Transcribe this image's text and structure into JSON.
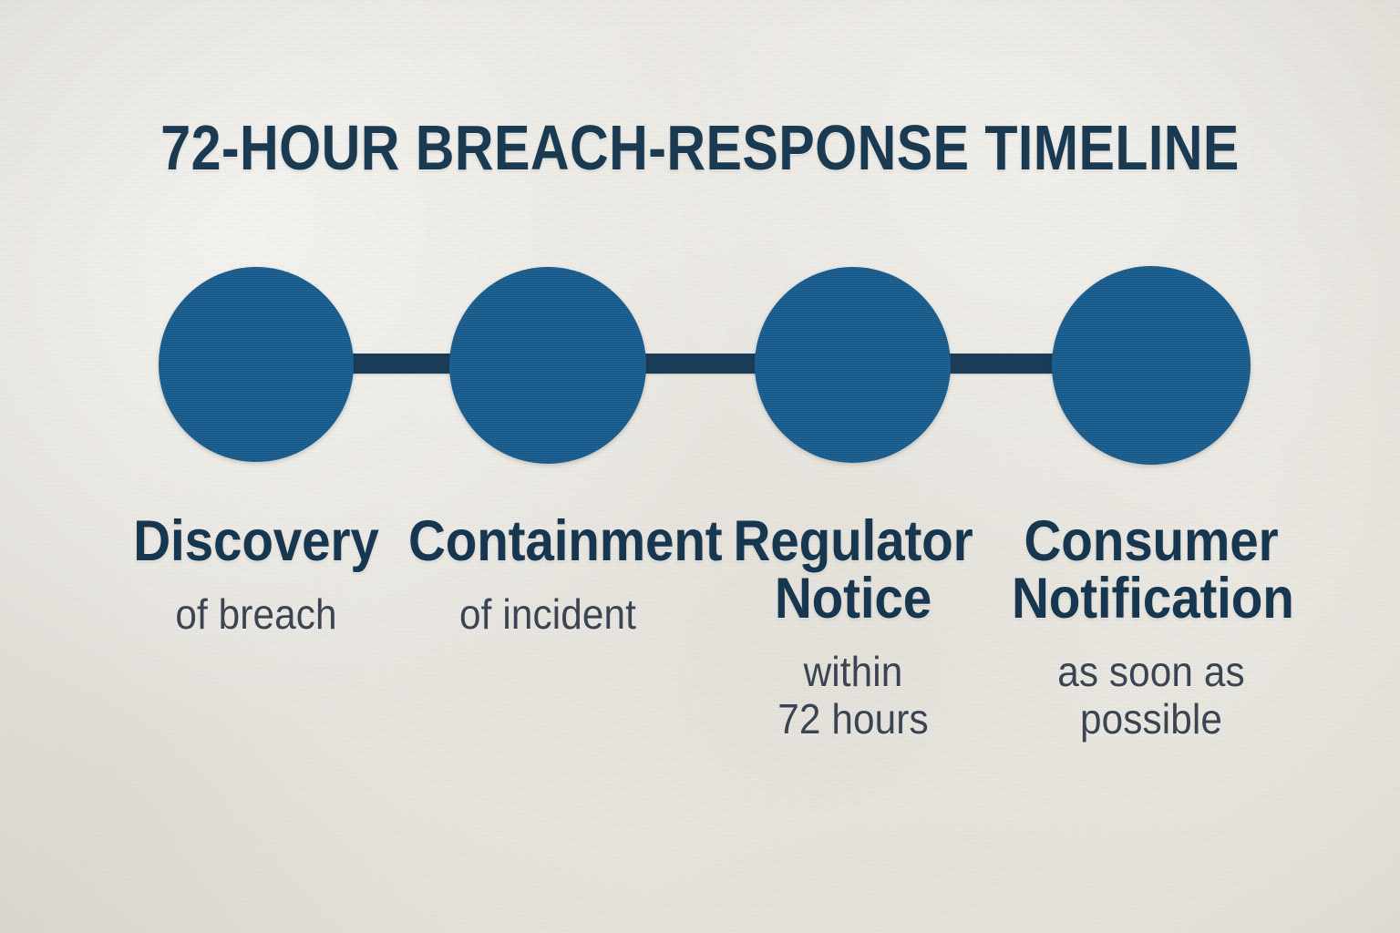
{
  "header": {
    "title": "72-HOUR BREACH-RESPONSE TIMELINE"
  },
  "colors": {
    "background": "#efede7",
    "node_blue": "#1a5b8a",
    "connector_navy": "#1b3c56",
    "title_navy": "#1a3a52",
    "step_title_navy": "#17364f",
    "step_sub_slate": "#3a4452"
  },
  "timeline": {
    "steps": [
      {
        "title": "Discovery",
        "subtitle_lines": [
          "of breach"
        ]
      },
      {
        "title": "Containment",
        "subtitle_lines": [
          "of incident"
        ]
      },
      {
        "title_lines": [
          "Regulator",
          "Notice"
        ],
        "subtitle_lines": [
          "within",
          "72 hours"
        ]
      },
      {
        "title_lines": [
          "Consumer",
          "Notification"
        ],
        "subtitle_lines": [
          "as soon as",
          "possible"
        ]
      }
    ]
  }
}
